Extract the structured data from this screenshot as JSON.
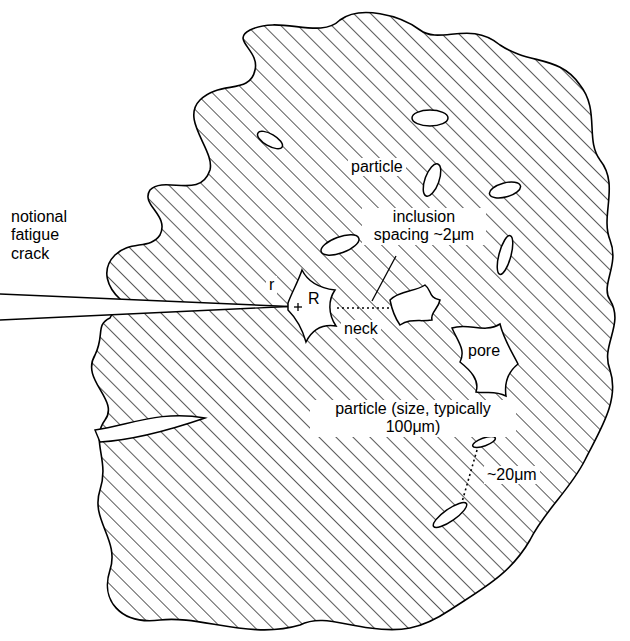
{
  "diagram": {
    "labels": [
      "notional fatigue crack",
      "particle",
      "inclusion spacing ~2μm",
      "r",
      "R",
      "neck",
      "pore",
      "particle (size, typically 100μm)",
      "~20μm"
    ]
  }
}
